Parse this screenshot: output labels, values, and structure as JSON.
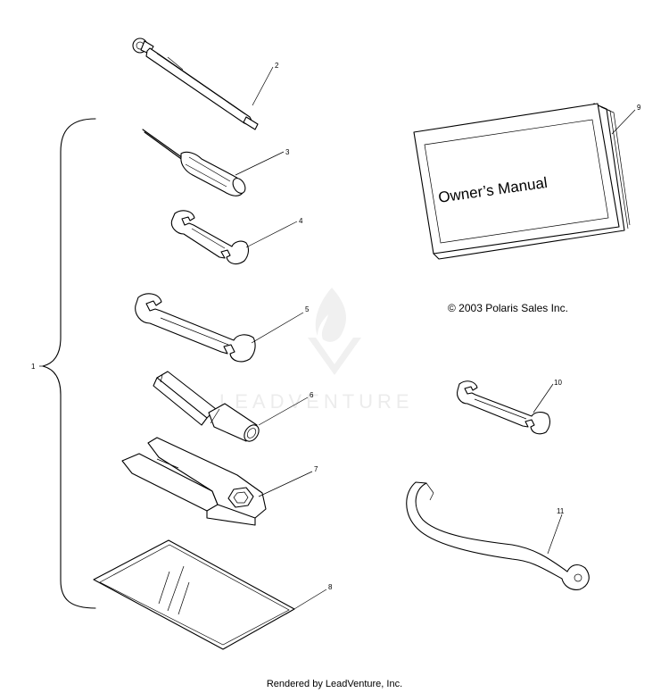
{
  "watermark": {
    "text": "LEADVENTURE"
  },
  "callouts": {
    "c1": "1",
    "c2": "2",
    "c3": "3",
    "c4": "4",
    "c5": "5",
    "c6": "6",
    "c7": "7",
    "c8": "8",
    "c9": "9",
    "c10": "10",
    "c11": "11"
  },
  "manual": {
    "title": "Owner’s Manual"
  },
  "copyright": "© 2003 Polaris Sales Inc.",
  "footer": "Rendered by LeadVenture, Inc."
}
